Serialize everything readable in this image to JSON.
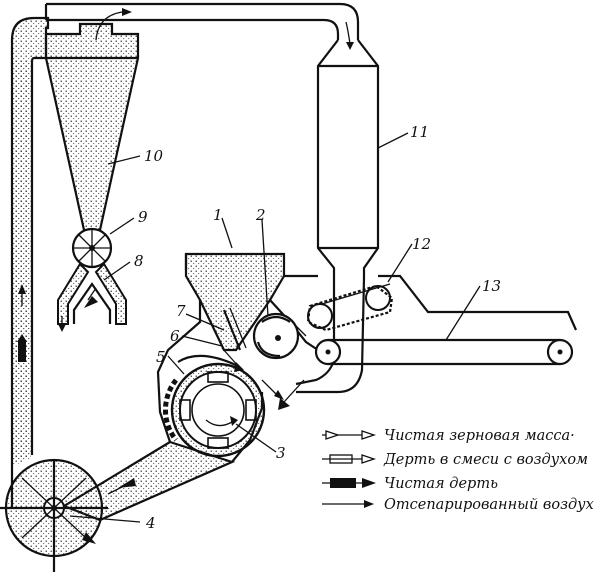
{
  "labels": {
    "n1": "1",
    "n2": "2",
    "n3": "3",
    "n4": "4",
    "n5": "5",
    "n6": "6",
    "n7": "7",
    "n8": "8",
    "n9": "9",
    "n10": "10",
    "n11": "11",
    "n12": "12",
    "n13": "13"
  },
  "legend": [
    "Чистая зерновая масса·",
    "Дерть в смеси с воздухом",
    "Чистая дерть",
    "Отсепарированный воздух"
  ]
}
